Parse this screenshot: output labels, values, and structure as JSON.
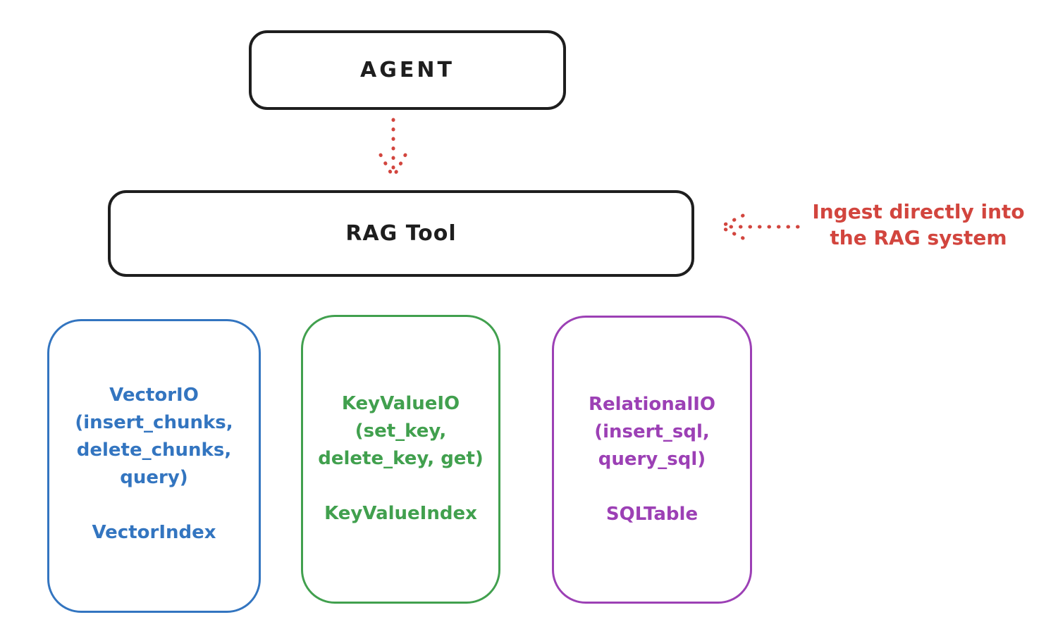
{
  "canvas": {
    "background": "#ffffff"
  },
  "colors": {
    "ink": "#1e1e1e",
    "red": "#d2453e",
    "blue": "#3375c0",
    "green": "#41a04e",
    "purple": "#9c40b5"
  },
  "nodes": {
    "agent": {
      "label": "AGENT"
    },
    "rag_tool": {
      "label": "RAG Tool"
    },
    "vector_io": {
      "color": "#3375c0",
      "lines": [
        "VectorIO",
        "(insert_chunks,",
        "delete_chunks,",
        "query)"
      ],
      "footer": "VectorIndex"
    },
    "key_value_io": {
      "color": "#41a04e",
      "lines": [
        "KeyValueIO",
        "(set_key,",
        "delete_key, get)"
      ],
      "footer": "KeyValueIndex"
    },
    "relational_io": {
      "color": "#9c40b5",
      "lines": [
        "RelationalIO",
        "(insert_sql,",
        "query_sql)"
      ],
      "footer": "SQLTable"
    }
  },
  "annotation": {
    "color": "#d2453e",
    "lines": [
      "Ingest directly into",
      "the RAG system"
    ]
  },
  "arrows": [
    {
      "name": "agent-to-rag-tool",
      "style": "dotted",
      "color": "#d2453e",
      "direction": "down"
    },
    {
      "name": "annotation-to-rag-tool",
      "style": "dotted",
      "color": "#d2453e",
      "direction": "left"
    }
  ]
}
